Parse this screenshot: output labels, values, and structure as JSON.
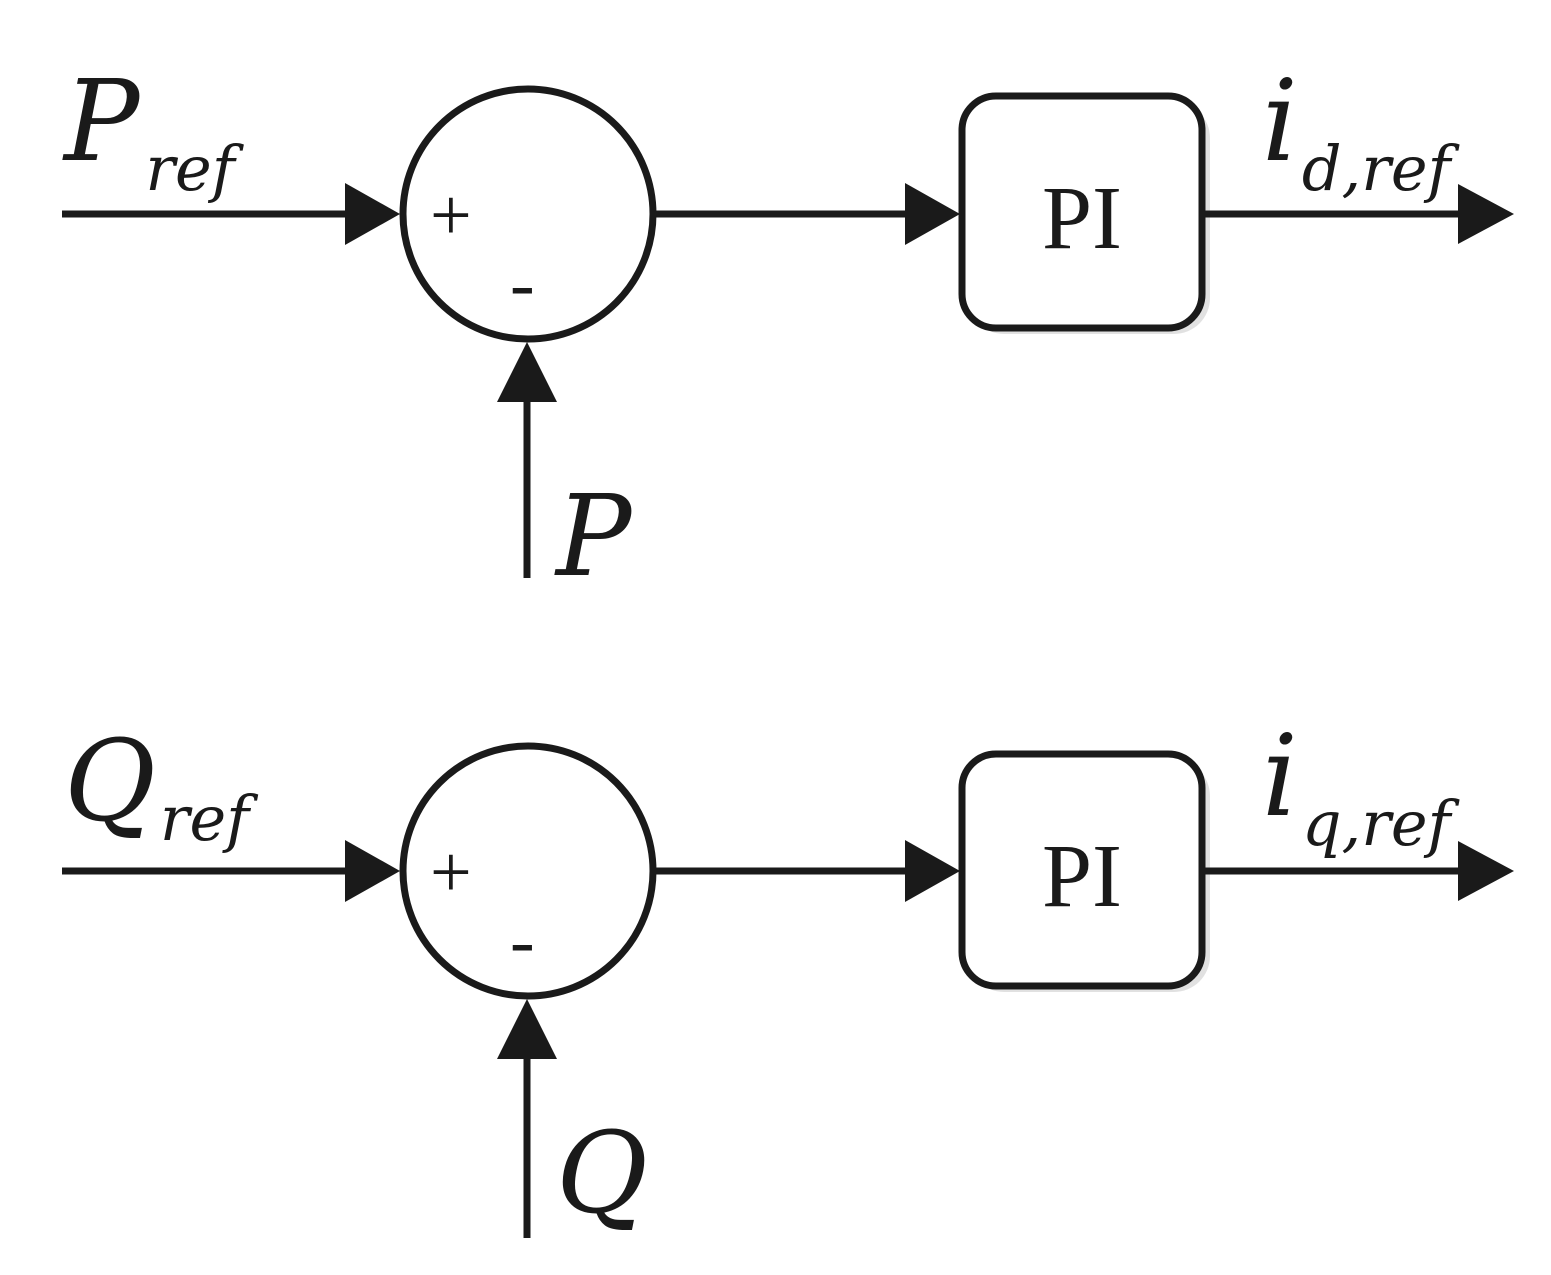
{
  "loops": [
    {
      "ref_main": "P",
      "ref_sub": "ref",
      "plus_sign": "+",
      "minus_sign": "-",
      "feedback_main": "P",
      "block_label": "PI",
      "out_main": "i",
      "out_sub": "d,ref"
    },
    {
      "ref_main": "Q",
      "ref_sub": "ref",
      "plus_sign": "+",
      "minus_sign": "-",
      "feedback_main": "Q",
      "block_label": "PI",
      "out_main": "i",
      "out_sub": "q,ref"
    }
  ]
}
